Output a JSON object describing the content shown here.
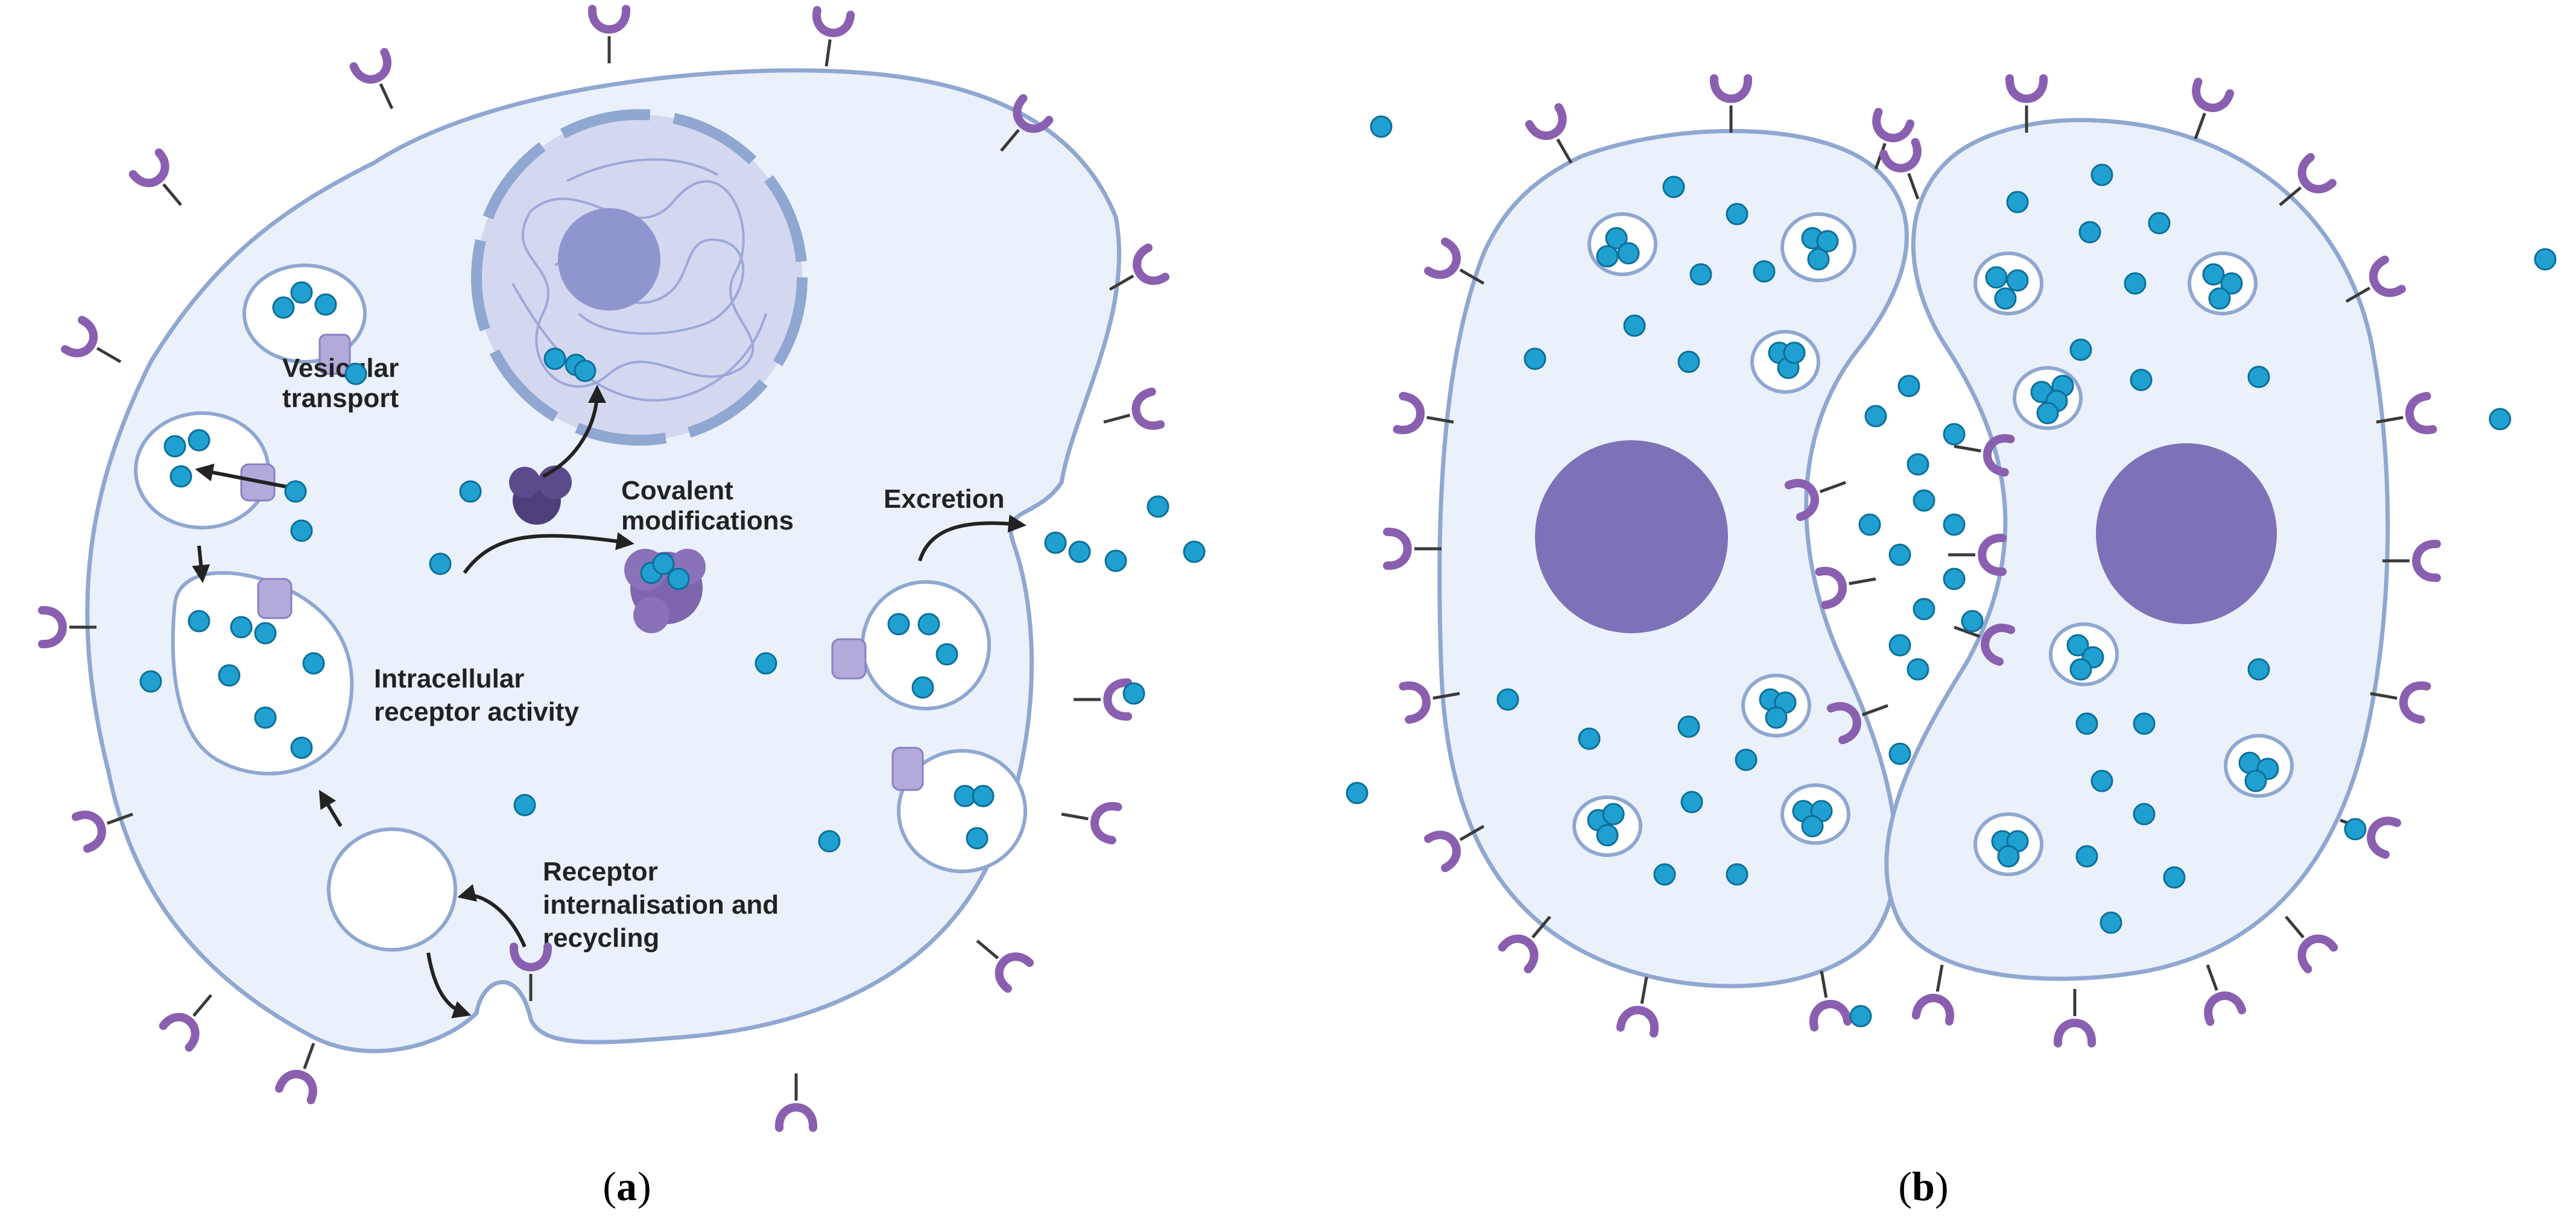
{
  "panels": [
    {
      "caption_open": "(",
      "caption_letter": "a",
      "caption_close": ")",
      "labels": {
        "vesicular_1": "Vesicular",
        "vesicular_2": "transport",
        "covalent_1": "Covalent",
        "covalent_2": "modifications",
        "excretion": "Excretion",
        "intracellular_1": "Intracellular",
        "intracellular_2": "receptor activity",
        "internal_1": "Receptor",
        "internal_2": "internalisation and",
        "internal_3": "recycling"
      }
    },
    {
      "caption_open": "(",
      "caption_letter": "b",
      "caption_close": ")"
    }
  ],
  "colors": {
    "cell_fill": "#eaf1fb",
    "cell_stroke": "#8fa7d1",
    "receptor": "#8a5fb0",
    "receptor_stalk": "#3a3a3a",
    "ligand": "#1fa0d0",
    "ligand_stroke": "#0d6f99",
    "nucleus": "#7d72b8",
    "nucleus_a_fill": "#d3d8f0",
    "arrow": "#222222"
  }
}
